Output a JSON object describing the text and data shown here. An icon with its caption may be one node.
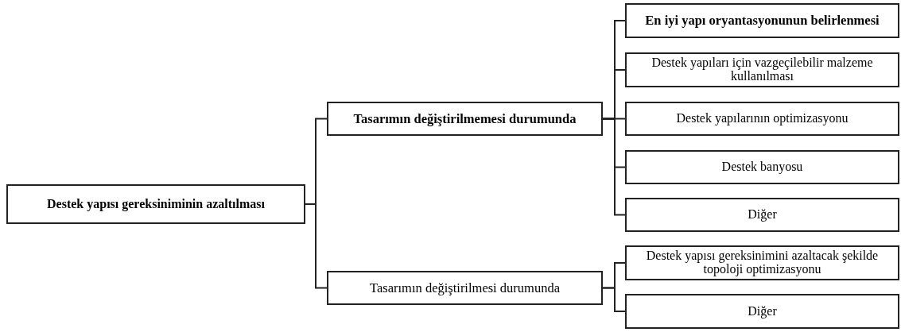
{
  "diagram": {
    "nodes": [
      {
        "text": [
          "Destek yapısı gereksiniminin azaltılması"
        ]
      },
      {
        "text": [
          "Tasarımın değiştirilmemesi durumunda"
        ]
      },
      {
        "text": [
          "Tasarımın değiştirilmesi durumunda"
        ]
      },
      {
        "text": [
          "En iyi yapı oryantasyonunun belirlenmesi"
        ]
      },
      {
        "text": [
          "Destek yapıları için vazgeçilebilir malzeme kullanılması"
        ]
      },
      {
        "text": [
          "Destek yapılarının optimizasyonu"
        ]
      },
      {
        "text": [
          "Destek banyosu"
        ]
      },
      {
        "text": [
          "Diğer"
        ]
      },
      {
        "text": [
          "Destek yapısı gereksinimini azaltacak şekilde topoloji optimizasyonu"
        ]
      },
      {
        "text": [
          "Diğer"
        ]
      }
    ],
    "edges": [
      {
        "from": 0,
        "to": 1,
        "arrow": "none"
      },
      {
        "from": 0,
        "to": 2,
        "arrow": "none"
      },
      {
        "from": 1,
        "to": 3,
        "arrow": "none"
      },
      {
        "from": 1,
        "to": 4,
        "arrow": "none"
      },
      {
        "from": 1,
        "to": 5,
        "arrow": "none"
      },
      {
        "from": 1,
        "to": 6,
        "arrow": "none"
      },
      {
        "from": 1,
        "to": 7,
        "arrow": "none"
      },
      {
        "from": 2,
        "to": 8,
        "arrow": "none"
      },
      {
        "from": 2,
        "to": 9,
        "arrow": "none"
      }
    ]
  }
}
